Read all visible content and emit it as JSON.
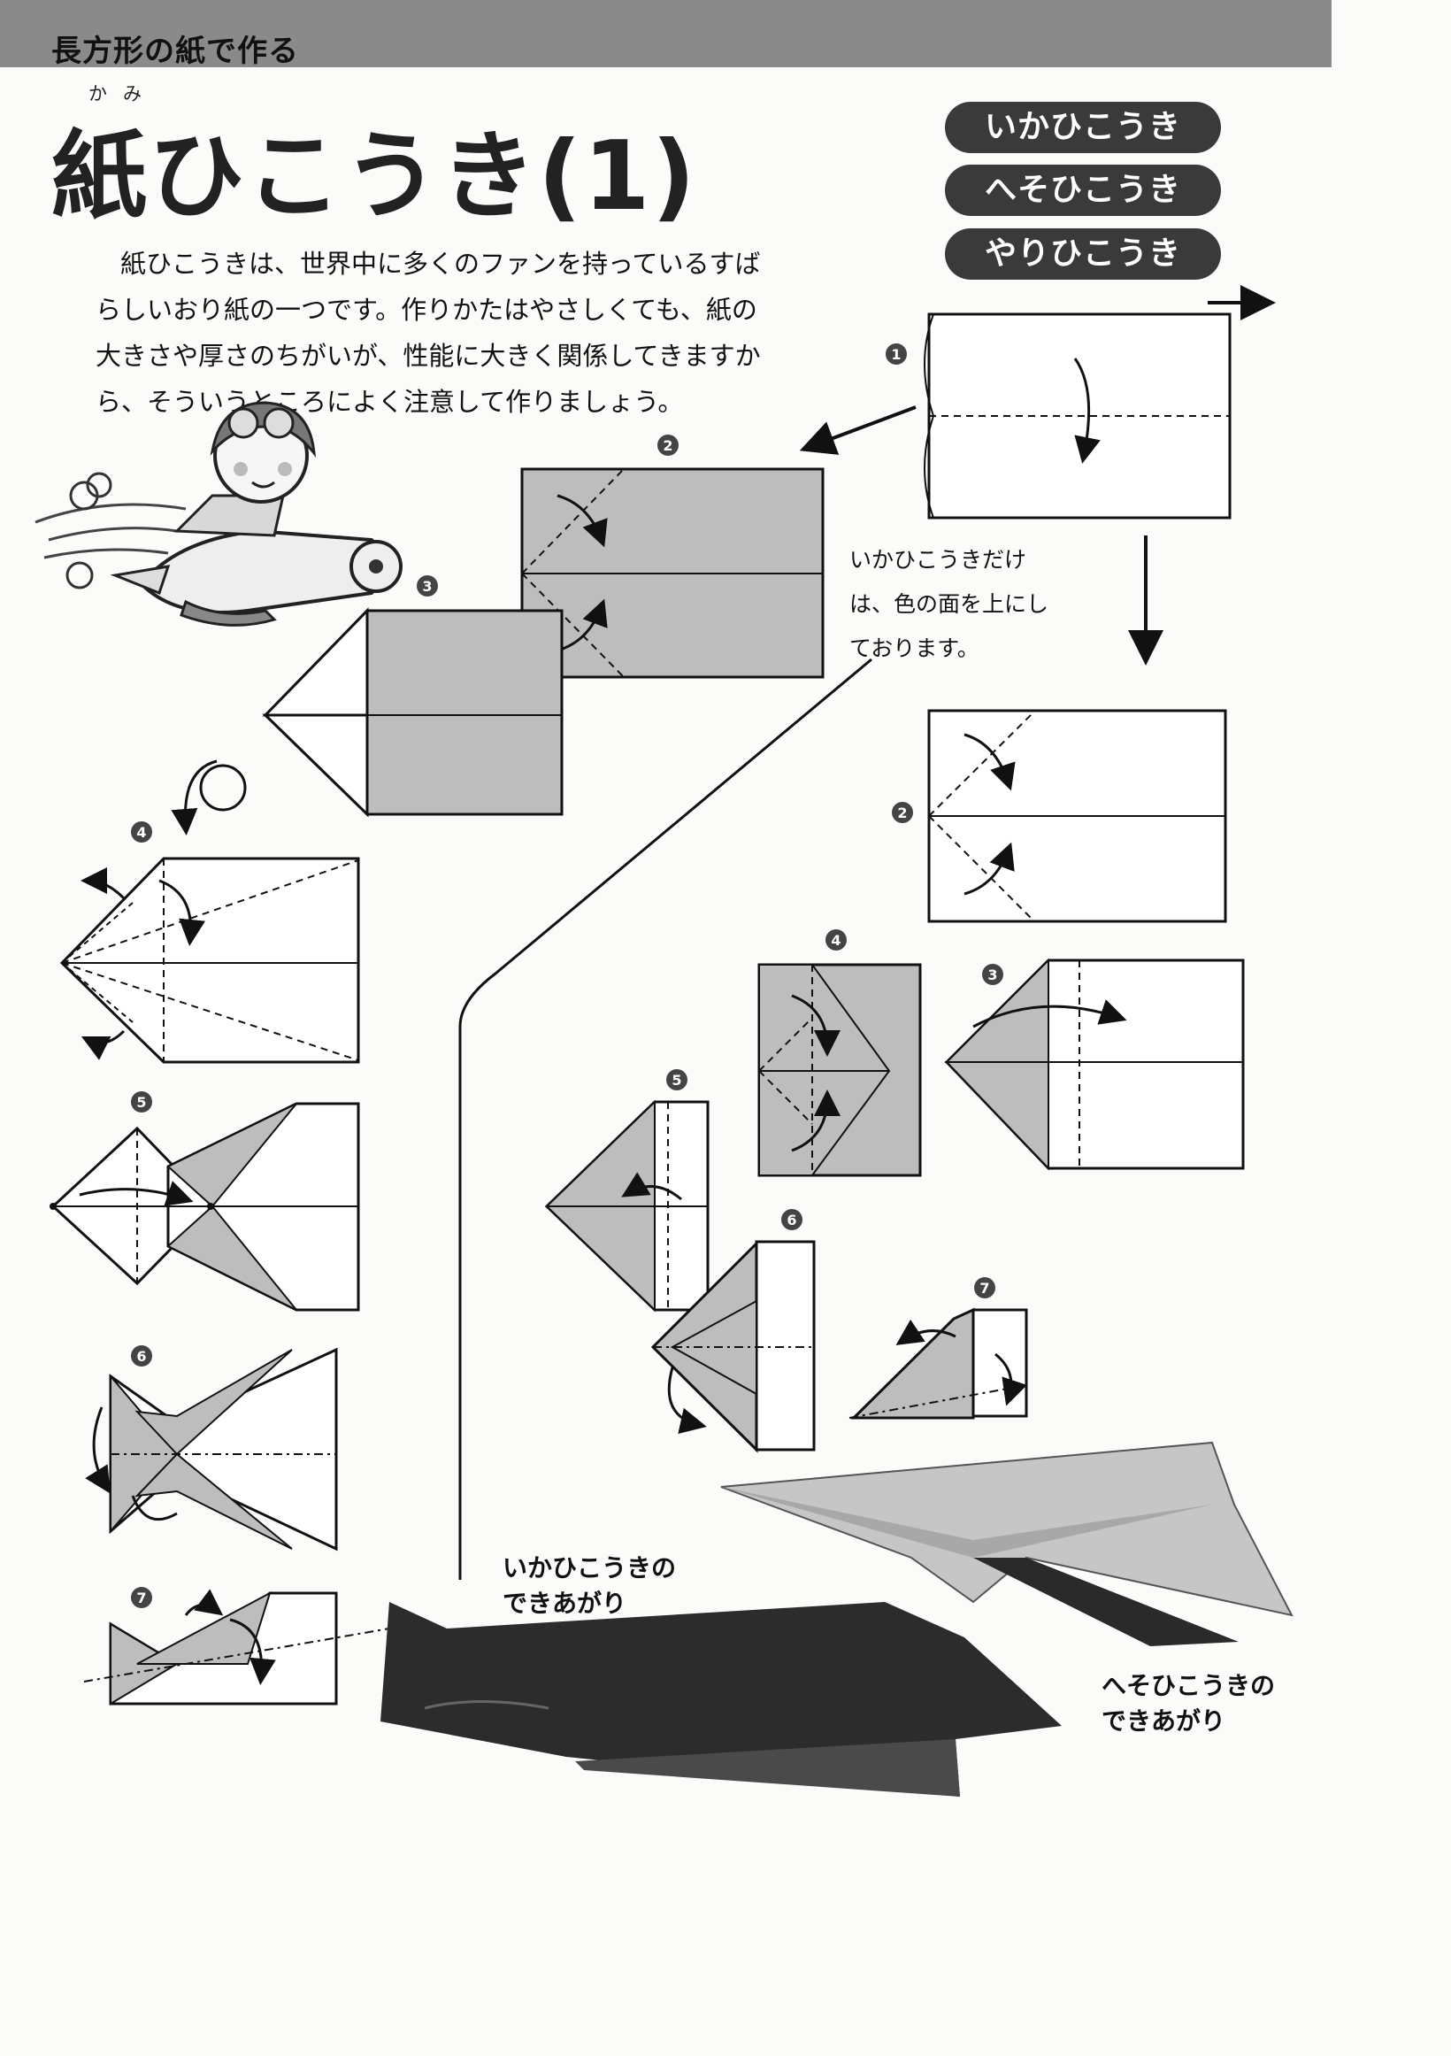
{
  "header": {
    "section_title": "長方形の紙で作る"
  },
  "title": {
    "ruby": "かみ",
    "main": "紙ひこうき(1)"
  },
  "intro": {
    "text": "紙ひこうきは、世界中に多くのファンを持っているすばらしいおり紙の一つです。作りかたはやさしくても、紙の大きさや厚さのちがいが、性能に大きく関係してきますから、そういうところによく注意して作りましょう。"
  },
  "models": [
    {
      "label": "いかひこうき"
    },
    {
      "label": "へそひこうき"
    },
    {
      "label": "やりひこうき"
    }
  ],
  "note": {
    "text": "いかひこうきだけは、色の面を上にしております。"
  },
  "step_numbers": [
    "1",
    "2",
    "3",
    "4",
    "5",
    "6",
    "7"
  ],
  "captions": {
    "ika": "いかひこうきのできあがり",
    "heso": "へそひこうきのできあがり"
  },
  "colors": {
    "paper_gray": "#bdbdbd",
    "dark_paper": "#2c2c2c",
    "pill_bg": "#3a3a3a",
    "header_bg": "#8a8a8a"
  }
}
